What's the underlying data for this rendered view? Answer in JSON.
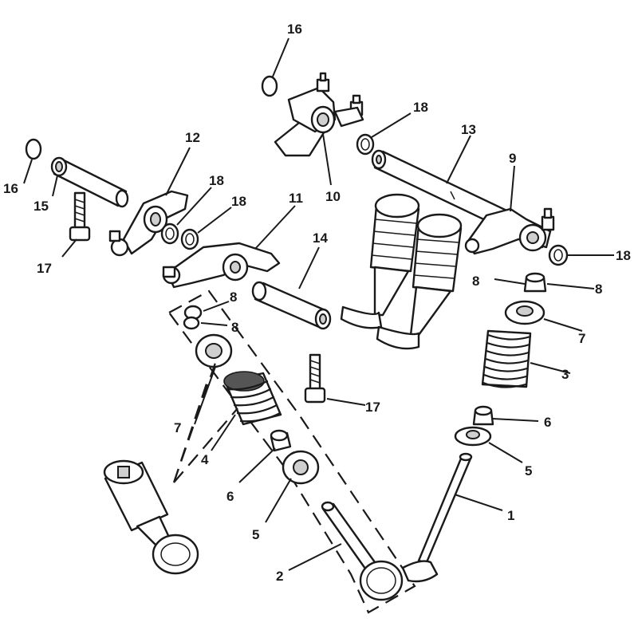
{
  "callouts": {
    "c1": "1",
    "c2": "2",
    "c3": "3",
    "c4": "4",
    "c5a": "5",
    "c5b": "5",
    "c6a": "6",
    "c6b": "6",
    "c7a": "7",
    "c7b": "7",
    "c8a": "8",
    "c8b": "8",
    "c8c": "8",
    "c8d": "8",
    "c9": "9",
    "c10": "10",
    "c11": "11",
    "c12": "12",
    "c13": "13",
    "c14": "14",
    "c15": "15",
    "c16a": "16",
    "c16b": "16",
    "c17a": "17",
    "c17b": "17",
    "c18a": "18",
    "c18b": "18",
    "c18c": "18",
    "c18d": "18"
  },
  "colors": {
    "line": "#1a1a1a",
    "shade": "#cfcfcf",
    "background": "#ffffff"
  }
}
